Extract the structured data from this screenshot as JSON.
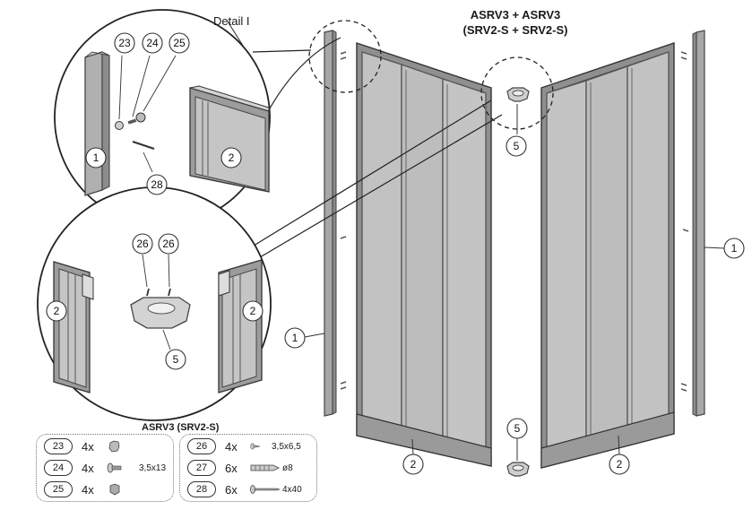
{
  "title": {
    "line1": "ASRV3 + ASRV3",
    "line2": "(SRV2-S + SRV2-S)"
  },
  "detail_label": "Detail I",
  "callouts": {
    "detail_top": [
      "23",
      "24",
      "25",
      "1",
      "2",
      "28"
    ],
    "detail_bottom": [
      "26",
      "26",
      "2",
      "2",
      "5"
    ],
    "main": [
      "5",
      "1",
      "1",
      "2",
      "5",
      "2"
    ]
  },
  "parts_list": {
    "title": "ASRV3 (SRV2-S)",
    "left": [
      {
        "num": "23",
        "qty": "4x",
        "icon": "nut-icon",
        "dim": ""
      },
      {
        "num": "24",
        "qty": "4x",
        "icon": "screw-icon",
        "dim": "3,5x13"
      },
      {
        "num": "25",
        "qty": "4x",
        "icon": "cap-icon",
        "dim": ""
      }
    ],
    "right": [
      {
        "num": "26",
        "qty": "4x",
        "icon": "small-screw-icon",
        "dim": "3,5x6,5"
      },
      {
        "num": "27",
        "qty": "6x",
        "icon": "wall-plug-icon",
        "dim": "ø8"
      },
      {
        "num": "28",
        "qty": "6x",
        "icon": "long-screw-icon",
        "dim": "4x40"
      }
    ]
  }
}
